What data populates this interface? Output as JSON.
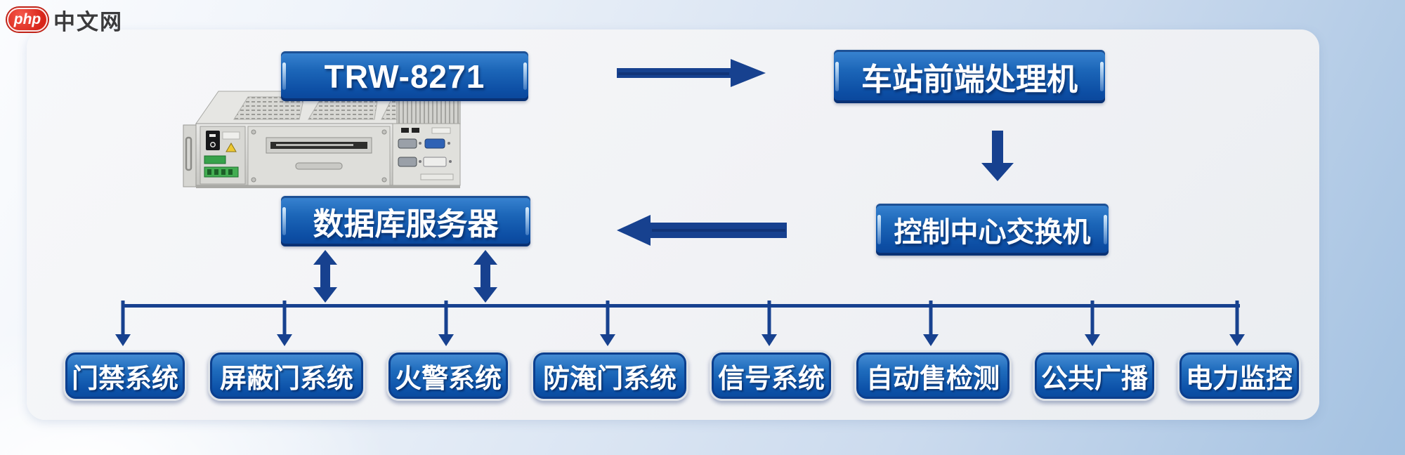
{
  "logo": {
    "brand": "php",
    "site": "中文网"
  },
  "diagram": {
    "device_model": "TRW-8271",
    "database_server": "数据库服务器",
    "station_frontend": "车站前端处理机",
    "control_switch": "控制中心交换机",
    "subsystems": [
      {
        "label": "门禁系统"
      },
      {
        "label": "屏蔽门系统"
      },
      {
        "label": "火警系统"
      },
      {
        "label": "防淹门系统"
      },
      {
        "label": "信号系统"
      },
      {
        "label": "自动售检测"
      },
      {
        "label": "公共广播"
      },
      {
        "label": "电力监控"
      }
    ],
    "connectors": [
      {
        "icon": "arrow-right-icon",
        "from": "TRW-8271",
        "to": "车站前端处理机"
      },
      {
        "icon": "arrow-down-icon",
        "from": "车站前端处理机",
        "to": "控制中心交换机"
      },
      {
        "icon": "arrow-left-icon",
        "from": "控制中心交换机",
        "to": "数据库服务器"
      },
      {
        "icon": "double-arrow-icon",
        "from": "数据库服务器",
        "to": "subsystem-bus"
      },
      {
        "icon": "double-arrow-icon",
        "from": "数据库服务器",
        "to": "subsystem-bus"
      },
      {
        "icon": "bus-drop-arrow-icon",
        "to": "each-subsystem",
        "count": 8
      }
    ],
    "colors": {
      "banner_blue_top": "#3a85d2",
      "banner_blue_bottom": "#0a469a",
      "arrow_navy": "#17418f",
      "logo_red": "#d8251a",
      "card_bg": "#f3f4f6"
    }
  }
}
